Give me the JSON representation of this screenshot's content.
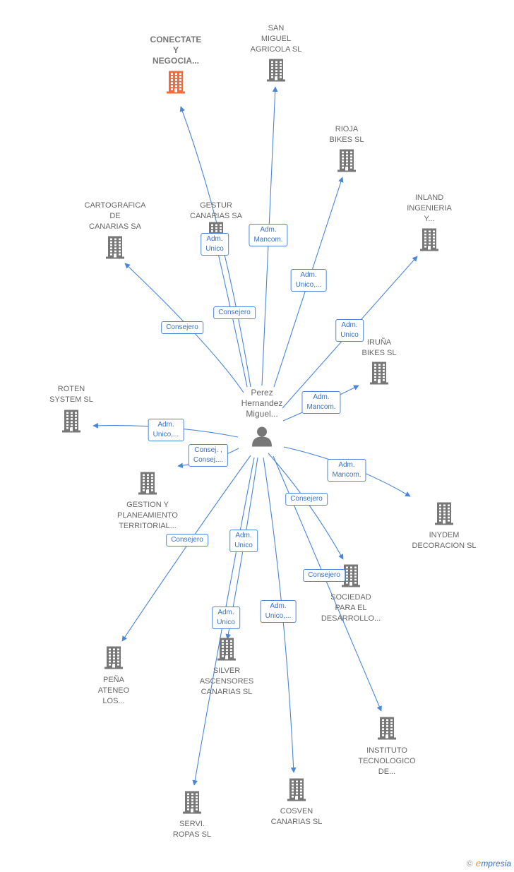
{
  "center": {
    "name_lines": [
      "Perez",
      "Hernandez",
      "Miguel..."
    ],
    "icon": "person-icon"
  },
  "nodes": [
    {
      "id": "conectate",
      "lines": [
        "CONECTATE",
        "Y",
        "NEGOCIA..."
      ],
      "highlight": true,
      "icon": "building-icon",
      "color": "#f26b3a"
    },
    {
      "id": "san-miguel",
      "lines": [
        "SAN",
        "MIGUEL",
        "AGRICOLA SL"
      ],
      "icon": "building-icon",
      "color": "#777777"
    },
    {
      "id": "rioja-bikes",
      "lines": [
        "RIOJA",
        "BIKES  SL"
      ],
      "icon": "building-icon",
      "color": "#777777"
    },
    {
      "id": "inland",
      "lines": [
        "INLAND",
        "INGENIERIA",
        "Y..."
      ],
      "icon": "building-icon",
      "color": "#777777"
    },
    {
      "id": "gestur",
      "lines": [
        "GESTUR",
        "CANARIAS SA"
      ],
      "icon": "building-icon",
      "color": "#777777"
    },
    {
      "id": "cartografica",
      "lines": [
        "CARTOGRAFICA",
        "DE",
        "CANARIAS SA"
      ],
      "icon": "building-icon",
      "color": "#777777"
    },
    {
      "id": "iruna-bikes",
      "lines": [
        "IRUÑA",
        "BIKES  SL"
      ],
      "icon": "building-icon",
      "color": "#777777"
    },
    {
      "id": "roten",
      "lines": [
        "ROTEN",
        "SYSTEM SL"
      ],
      "icon": "building-icon",
      "color": "#777777"
    },
    {
      "id": "gestion",
      "lines": [
        "GESTION Y",
        "PLANEAMIENTO",
        "TERRITORIAL..."
      ],
      "icon": "building-icon",
      "color": "#777777"
    },
    {
      "id": "inydem",
      "lines": [
        "INYDEM",
        "DECORACION SL"
      ],
      "icon": "building-icon",
      "color": "#777777"
    },
    {
      "id": "sociedad",
      "lines": [
        "SOCIEDAD",
        "PARA EL",
        "DESARROLLO..."
      ],
      "icon": "building-icon",
      "color": "#777777"
    },
    {
      "id": "pena",
      "lines": [
        "PEÑA",
        "ATENEO",
        "LOS..."
      ],
      "icon": "building-icon",
      "color": "#777777"
    },
    {
      "id": "silver",
      "lines": [
        "SILVER",
        "ASCENSORES",
        "CANARIAS  SL"
      ],
      "icon": "building-icon",
      "color": "#777777"
    },
    {
      "id": "instituto",
      "lines": [
        "INSTITUTO",
        "TECNOLOGICO",
        "DE..."
      ],
      "icon": "building-icon",
      "color": "#777777"
    },
    {
      "id": "cosven",
      "lines": [
        "COSVEN",
        "CANARIAS  SL"
      ],
      "icon": "building-icon",
      "color": "#777777"
    },
    {
      "id": "servi",
      "lines": [
        "SERVI.",
        "ROPAS SL"
      ],
      "icon": "building-icon",
      "color": "#777777"
    }
  ],
  "edges": [
    {
      "target": "conectate",
      "label": [
        "Adm.",
        "Unico"
      ]
    },
    {
      "target": "gestur",
      "label": [
        "Consejero"
      ]
    },
    {
      "target": "san-miguel",
      "label": [
        "Adm.",
        "Mancom."
      ]
    },
    {
      "target": "rioja-bikes",
      "label": [
        "Adm.",
        "Unico,..."
      ]
    },
    {
      "target": "inland",
      "label": [
        "Adm.",
        "Unico"
      ]
    },
    {
      "target": "cartografica",
      "label": [
        "Consejero"
      ]
    },
    {
      "target": "iruna-bikes",
      "label": [
        "Adm.",
        "Mancom."
      ]
    },
    {
      "target": "roten",
      "label": [
        "Adm.",
        "Unico,..."
      ]
    },
    {
      "target": "gestion",
      "label": [
        "Consej. ,",
        "Consej...."
      ]
    },
    {
      "target": "inydem",
      "label": [
        "Adm.",
        "Mancom."
      ]
    },
    {
      "target": "sociedad",
      "label": [
        "Consejero"
      ]
    },
    {
      "target": "pena",
      "label": [
        "Consejero"
      ]
    },
    {
      "target": "silver",
      "label": [
        "Adm.",
        "Unico"
      ]
    },
    {
      "target": "instituto",
      "label": [
        "Consejero"
      ]
    },
    {
      "target": "cosven",
      "label": [
        "Adm.",
        "Unico,..."
      ]
    },
    {
      "target": "servi",
      "label": [
        "Adm.",
        "Unico"
      ]
    }
  ],
  "credit": {
    "symbol": "©",
    "brand_initial": "e",
    "brand_rest": "mpresia"
  },
  "colors": {
    "edge": "#4a86d8",
    "label_text": "#666666",
    "highlight": "#f26b3a",
    "building": "#777777"
  }
}
